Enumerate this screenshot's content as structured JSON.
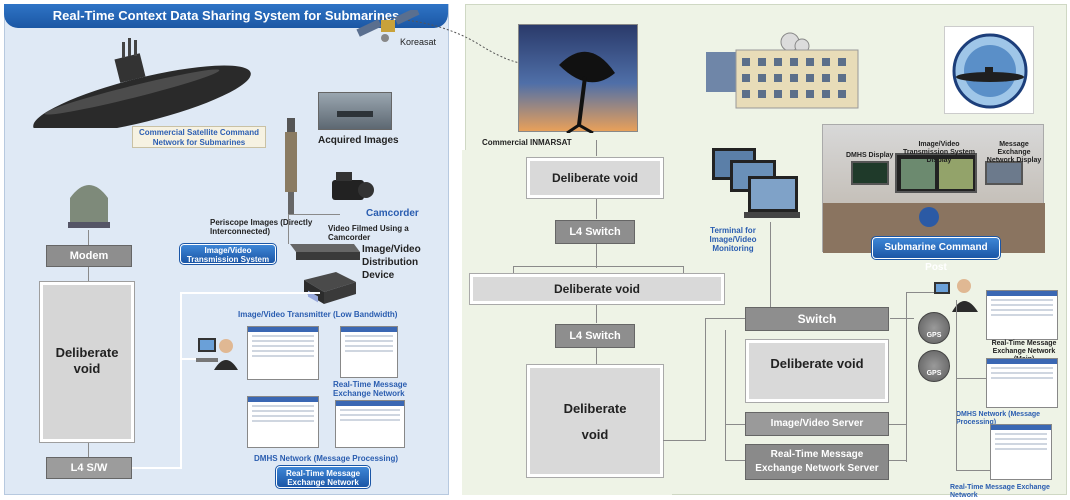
{
  "title": "Real-Time Context Data Sharing System for Submarines",
  "left": {
    "koreasat": "Koreasat",
    "sat_cmd_badge": "Commercial Satellite Command Network for Submarines",
    "acquired_images": "Acquired Images",
    "camcorder": "Camcorder",
    "video_filmed": "Video Filmed Using a Camcorder",
    "periscope": "Periscope Images (Directly Interconnected)",
    "transmission_badge": "Image/Video Transmission System",
    "distribution": "Image/Video Distribution Device",
    "modem": "Modem",
    "void": "Deliberate void",
    "transmitter": "Image/Video Transmitter (Low Bandwidth)",
    "rtmen_label": "Real-Time Message Exchange Network",
    "dmhs_label": "DMHS Network (Message Processing)",
    "rtmen_badge": "Real-Time Message Exchange Network",
    "l4sw": "L4 S/W"
  },
  "middle": {
    "inmarsat": "Commercial INMARSAT",
    "void1": "Deliberate void",
    "l4switch1": "L4 Switch",
    "void2": "Deliberate void",
    "l4switch2": "L4 Switch",
    "void3": "Deliberate void"
  },
  "right": {
    "dmhs_display": "DMHS Display",
    "image_display": "Image/Video Transmission System Display",
    "msg_display": "Message Exchange Network Display",
    "command_post": "Submarine Command Post",
    "terminal": "Terminal for Image/Video Monitoring",
    "switch": "Switch",
    "void": "Deliberate void",
    "image_server": "Image/Video Server",
    "rtmen_server": "Real-Time Message Exchange Network Server",
    "gps": "GPS",
    "rtmen_main": "Real-Time Message Exchange Network (Main)",
    "dmhs_processing": "DMHS Network (Message Processing)",
    "rtmen": "Real-Time Message Exchange Network"
  }
}
